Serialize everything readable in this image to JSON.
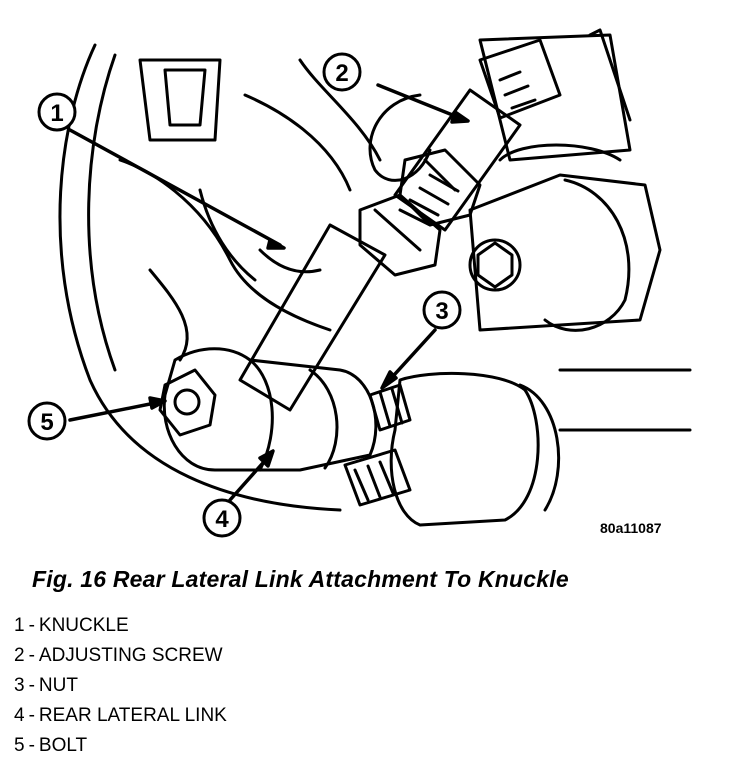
{
  "figure": {
    "code": "80a11087",
    "caption": "Fig. 16 Rear Lateral Link Attachment To Knuckle"
  },
  "callouts": [
    {
      "number": "1"
    },
    {
      "number": "2"
    },
    {
      "number": "3"
    },
    {
      "number": "4"
    },
    {
      "number": "5"
    }
  ],
  "legend": [
    {
      "number": "1",
      "separator": "-",
      "label": "KNUCKLE"
    },
    {
      "number": "2",
      "separator": "-",
      "label": "ADJUSTING SCREW"
    },
    {
      "number": "3",
      "separator": "-",
      "label": "NUT"
    },
    {
      "number": "4",
      "separator": "-",
      "label": "REAR LATERAL LINK"
    },
    {
      "number": "5",
      "separator": "-",
      "label": "BOLT"
    }
  ]
}
